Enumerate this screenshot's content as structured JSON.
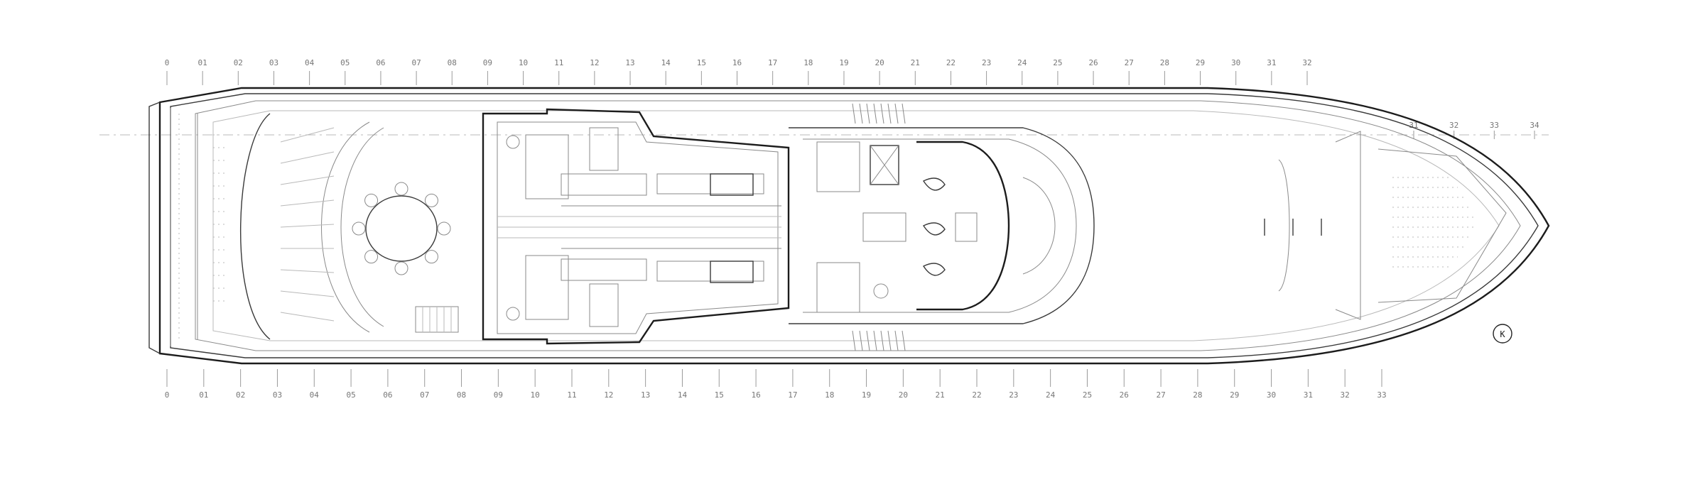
{
  "drawing": {
    "type": "yacht-deck-plan-top-view",
    "ink_color": "#1c1c1c",
    "background": "#ffffff",
    "top_frame_labels": [
      "0",
      "01",
      "02",
      "03",
      "04",
      "05",
      "06",
      "07",
      "08",
      "09",
      "10",
      "11",
      "12",
      "13",
      "14",
      "15",
      "16",
      "17",
      "18",
      "19",
      "20",
      "21",
      "22",
      "23",
      "24",
      "25",
      "26",
      "27",
      "28",
      "29",
      "30",
      "31",
      "32"
    ],
    "bottom_frame_labels": [
      "0",
      "01",
      "02",
      "03",
      "04",
      "05",
      "06",
      "07",
      "08",
      "09",
      "10",
      "11",
      "12",
      "13",
      "14",
      "15",
      "16",
      "17",
      "18",
      "19",
      "20",
      "21",
      "22",
      "23",
      "24",
      "25",
      "26",
      "27",
      "28",
      "29",
      "30",
      "31",
      "32",
      "33"
    ],
    "bow_labels": [
      "31",
      "32",
      "33",
      "34"
    ],
    "callout_mark": "K"
  }
}
